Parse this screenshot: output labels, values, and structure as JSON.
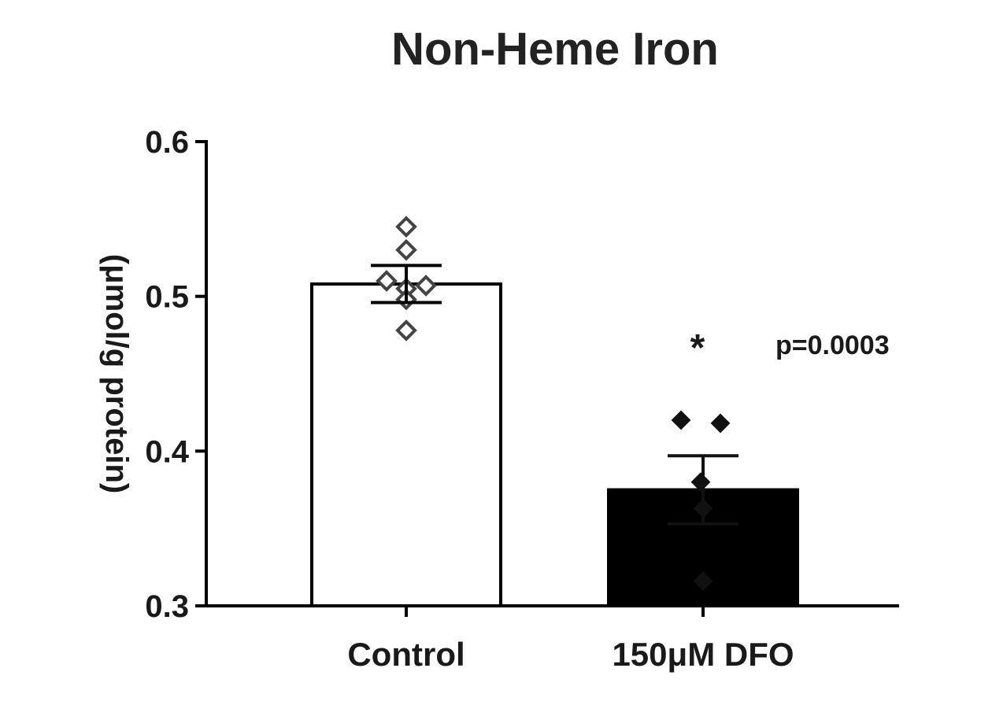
{
  "chart_data": {
    "type": "bar",
    "title": "Non-Heme Iron",
    "ylabel": "(μmol/g protein)",
    "xlabel": "",
    "ylim": [
      0.3,
      0.6
    ],
    "yticks": [
      0.3,
      0.4,
      0.5,
      0.6
    ],
    "ytick_labels": [
      "0.3",
      "0.4",
      "0.5",
      "0.6"
    ],
    "categories": [
      "Control",
      "150μM DFO"
    ],
    "values": [
      0.508,
      0.375
    ],
    "errors": [
      0.012,
      0.022
    ],
    "bar_fill": [
      "#ffffff",
      "#000000"
    ],
    "points": [
      [
        0.545,
        0.53,
        0.51,
        0.505,
        0.507,
        0.498,
        0.478
      ],
      [
        0.42,
        0.418,
        0.38,
        0.363,
        0.316
      ]
    ],
    "point_style": [
      "open-diamond",
      "filled-diamond"
    ],
    "annotations": {
      "significance": "*",
      "p_value": "p=0.0003"
    },
    "grid": false,
    "legend": "none"
  }
}
